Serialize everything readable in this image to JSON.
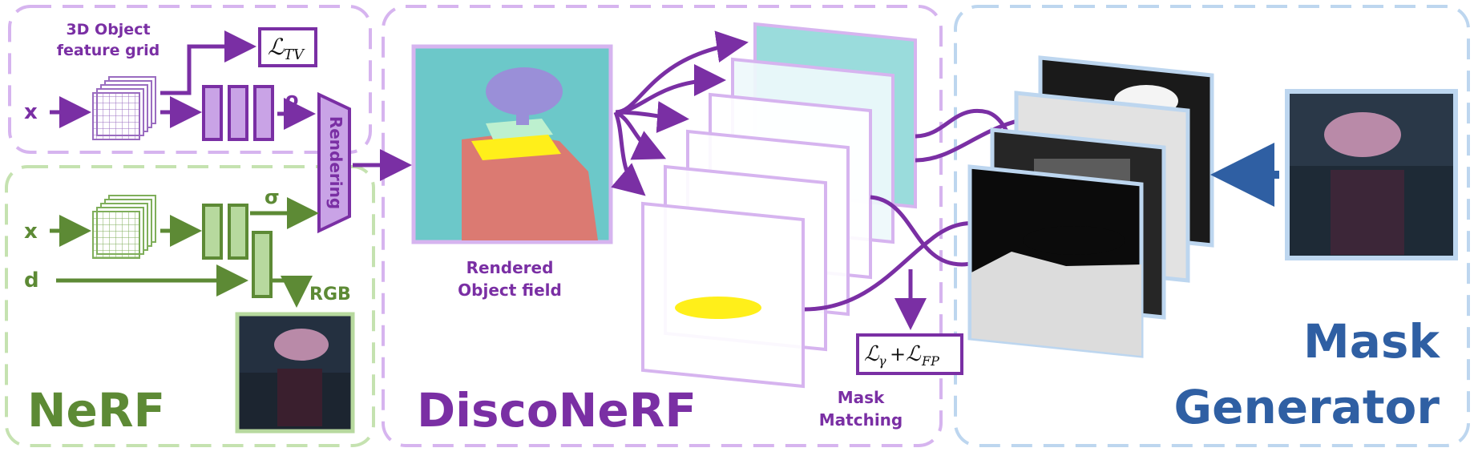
{
  "colors": {
    "purple": "#7a2fa4",
    "purple_light": "#d6b4ef",
    "purple_fill": "#c9a3e6",
    "green": "#5d8a35",
    "green_light": "#c5e2b0",
    "green_fill": "#b7d99e",
    "blue": "#2f5fa3",
    "blue_light": "#bdd6ef"
  },
  "top_branch": {
    "x_label": "x",
    "grid_caption_line1": "3D Object",
    "grid_caption_line2": "feature grid",
    "tv_loss": "ℒ",
    "tv_loss_sub": "TV",
    "o_label": "o",
    "rendering_label": "Rendering"
  },
  "nerf_branch": {
    "x_label": "x",
    "d_label": "d",
    "sigma_label": "σ",
    "rgb_label": "RGB",
    "title": "NeRF"
  },
  "disconerf": {
    "rendered_caption_line1": "Rendered",
    "rendered_caption_line2": "Object field",
    "title": "DiscoNeRF",
    "loss_main": "ℒ",
    "loss_sub1": "γ",
    "loss_plus": "+",
    "loss_main2": "ℒ",
    "loss_sub2": "FP",
    "matching_line1": "Mask",
    "matching_line2": "Matching"
  },
  "mask_generator": {
    "title_line1": "Mask",
    "title_line2": "Generator"
  },
  "icons": [
    "feature-grid-icon",
    "mlp-layer-icon",
    "rendered-image-icon",
    "mask-stack-icon",
    "photo-icon",
    "arrow-icon"
  ]
}
